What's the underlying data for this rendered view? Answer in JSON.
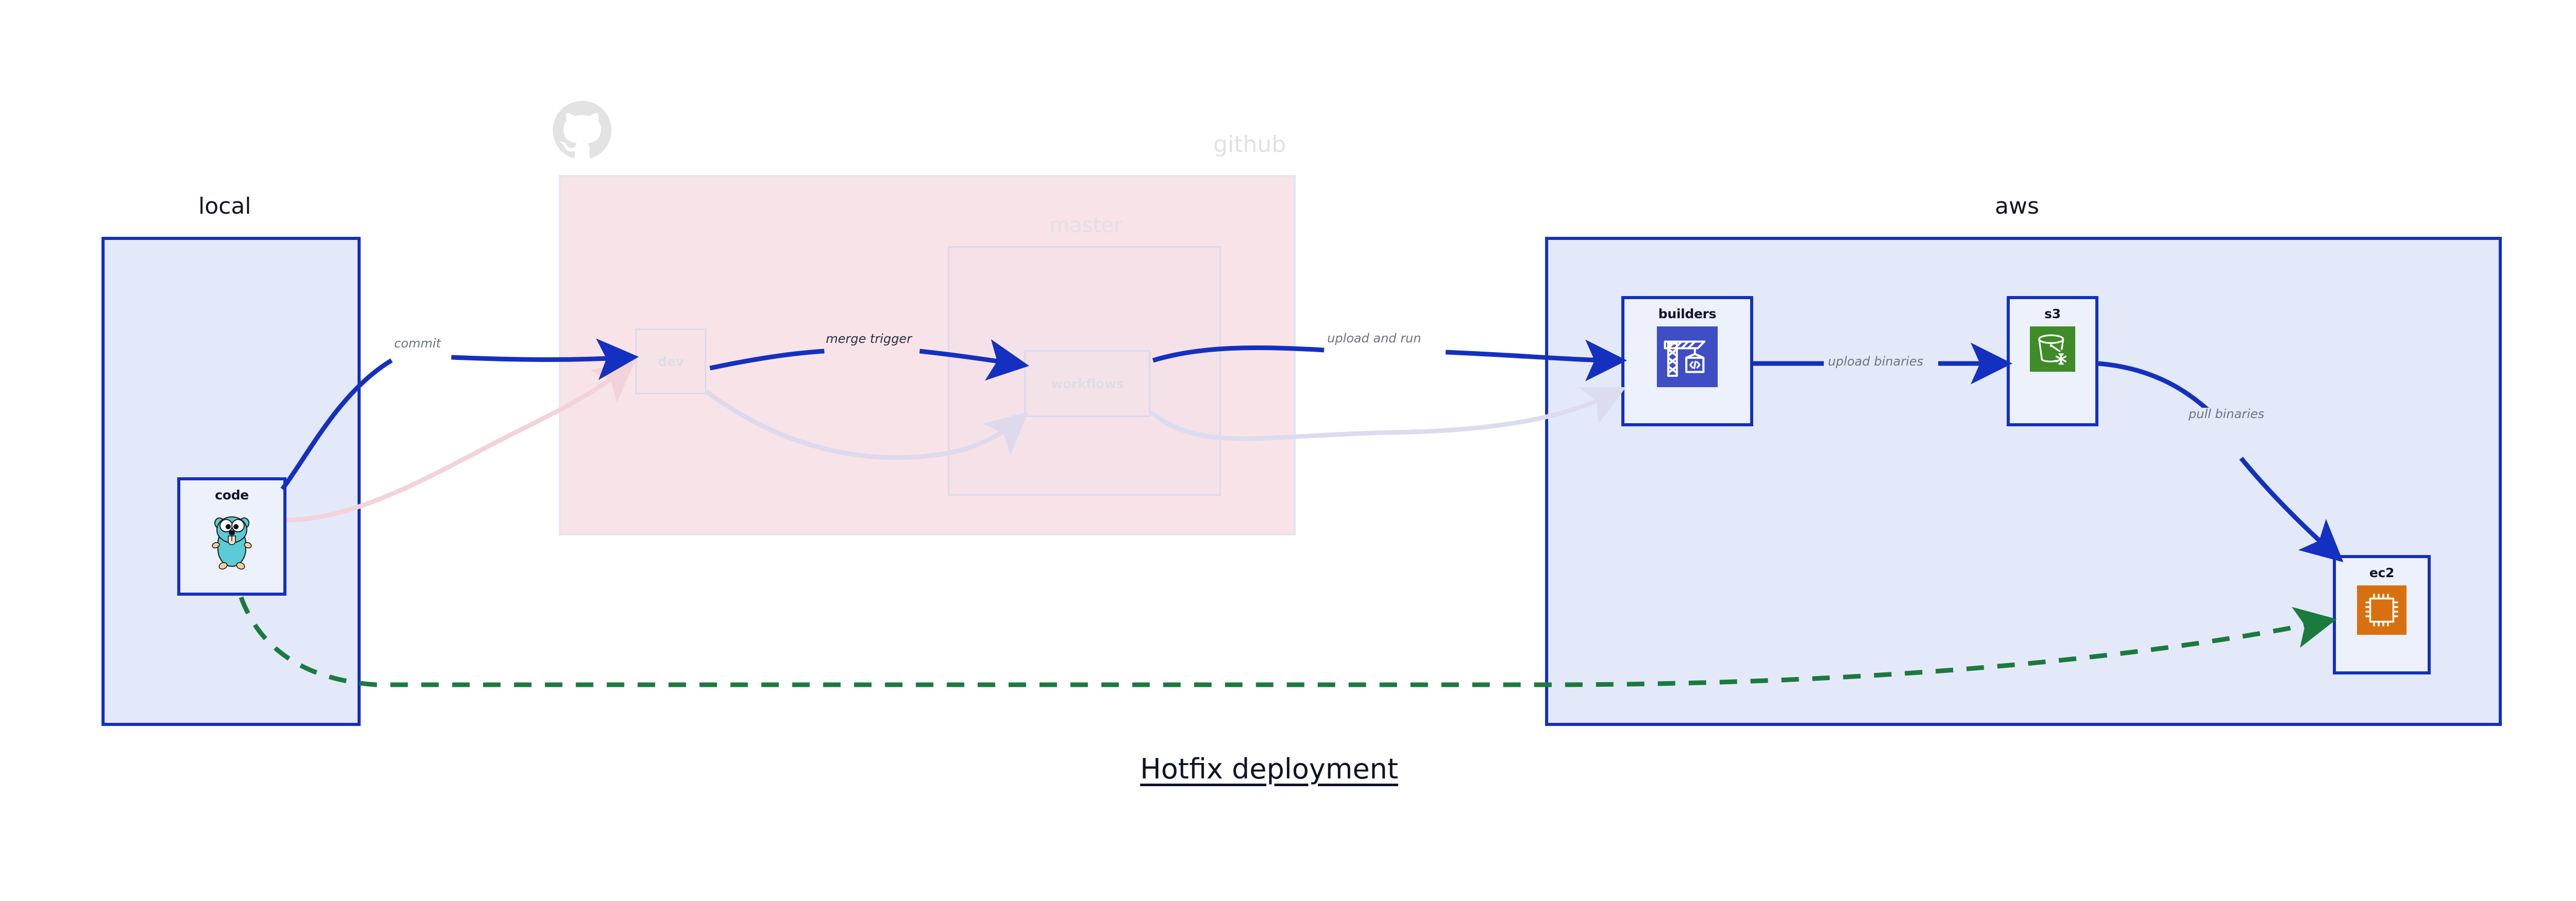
{
  "diagram": {
    "title": "Hotfix deployment",
    "background": "#ffffff",
    "accent_blue": "#1430c0",
    "accent_green": "#1b7a3e",
    "label_gray": "#6c7383",
    "ghost_gray": "#e0dce4",
    "group_blue_fill": "#e4e9f9",
    "group_pink_fill": "#f8e3e8",
    "node_fill": "#edf1fc"
  },
  "groups": [
    {
      "id": "local",
      "label": "local",
      "state": "active"
    },
    {
      "id": "github",
      "label": "github",
      "state": "ghost"
    },
    {
      "id": "master",
      "label": "master",
      "state": "ghost"
    },
    {
      "id": "aws",
      "label": "aws",
      "state": "active"
    }
  ],
  "nodes": [
    {
      "id": "code",
      "label": "code",
      "icon": "go-gopher-icon",
      "state": "active",
      "group": "local"
    },
    {
      "id": "dev",
      "label": "dev",
      "icon": "none",
      "state": "ghost",
      "group": "github"
    },
    {
      "id": "workflows",
      "label": "workflows",
      "icon": "none",
      "state": "ghost",
      "group": "master"
    },
    {
      "id": "builders",
      "label": "builders",
      "icon": "aws-builder-crane-icon",
      "icon_color": "#3f4ec4",
      "state": "active",
      "group": "aws"
    },
    {
      "id": "s3",
      "label": "s3",
      "icon": "aws-s3-bucket-icon",
      "icon_color": "#3e8b27",
      "state": "active",
      "group": "aws"
    },
    {
      "id": "ec2",
      "label": "ec2",
      "icon": "aws-ec2-chip-icon",
      "icon_color": "#d9700f",
      "state": "active",
      "group": "aws"
    }
  ],
  "edges": [
    {
      "id": "commit",
      "label": "commit",
      "from": "code",
      "to": "dev",
      "style": "solid",
      "color": "#1430c0",
      "state": "active"
    },
    {
      "id": "merge-trigger",
      "label": "merge trigger",
      "from": "dev",
      "to": "workflows",
      "style": "solid",
      "color": "#1430c0",
      "state": "active"
    },
    {
      "id": "upload-and-run",
      "label": "upload and run",
      "from": "workflows",
      "to": "builders",
      "style": "solid",
      "color": "#1430c0",
      "state": "active"
    },
    {
      "id": "upload-binaries",
      "label": "upload binaries",
      "from": "builders",
      "to": "s3",
      "style": "solid",
      "color": "#1430c0",
      "state": "active"
    },
    {
      "id": "pull-binaries",
      "label": "pull binaries",
      "from": "s3",
      "to": "ec2",
      "style": "solid",
      "color": "#1430c0",
      "state": "active"
    },
    {
      "id": "hotfix-direct",
      "label": "",
      "from": "code",
      "to": "ec2",
      "style": "dashed",
      "color": "#1b7a3e",
      "state": "active"
    },
    {
      "id": "ghost-code-workflows",
      "label": "",
      "from": "code",
      "to": "workflows",
      "style": "solid",
      "color": "#f2d3da",
      "state": "ghost"
    },
    {
      "id": "ghost-dev-workflows",
      "label": "",
      "from": "dev",
      "to": "workflows",
      "style": "solid",
      "color": "#ded9ec",
      "state": "ghost"
    },
    {
      "id": "ghost-workflows-builders",
      "label": "",
      "from": "workflows",
      "to": "builders",
      "style": "solid",
      "color": "#dcdcf0",
      "state": "ghost"
    }
  ],
  "logos": [
    {
      "id": "github-logo",
      "name": "github-octocat-logo",
      "color": "#e3e3e3"
    }
  ]
}
